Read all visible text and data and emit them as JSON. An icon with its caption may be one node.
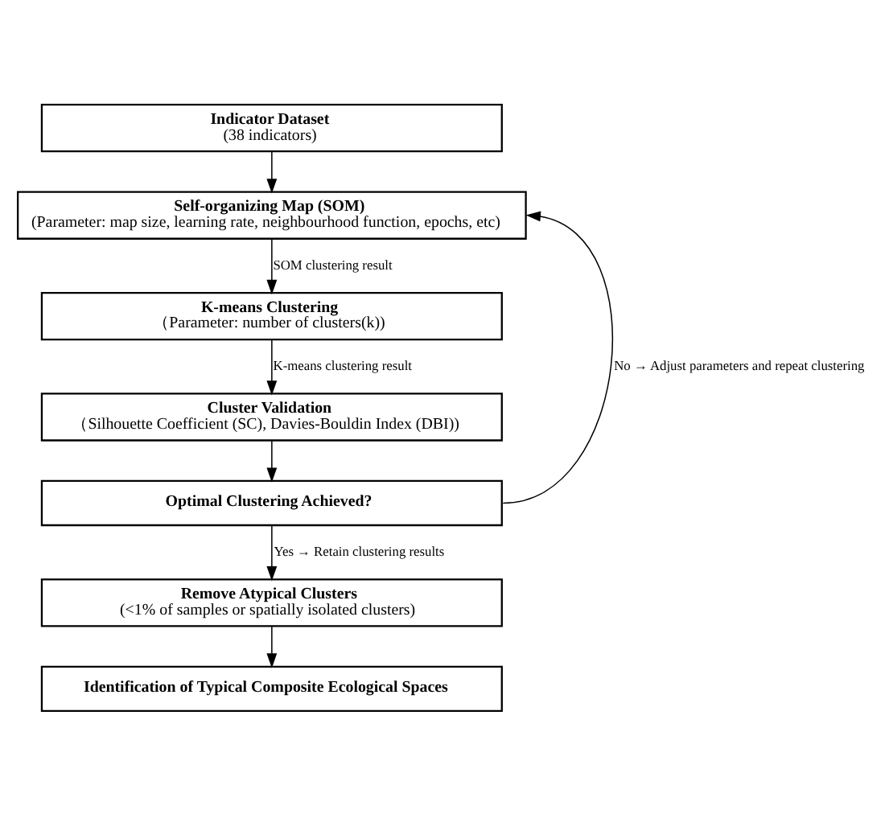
{
  "diagram": {
    "nodes": [
      {
        "text": [
          "Indicator Dataset",
          "(38 indicators)"
        ]
      },
      {
        "text": [
          "Self-organizing Map (SOM)",
          "(Parameter: map size, learning rate, neighbourhood function, epochs, etc)"
        ]
      },
      {
        "text": [
          "K-means Clustering",
          "（Parameter: number of clusters(k))"
        ]
      },
      {
        "text": [
          "Cluster Validation",
          "（Silhouette Coefficient (SC), Davies-Bouldin Index (DBI))"
        ]
      },
      {
        "text": [
          "Optimal Clustering Achieved?"
        ]
      },
      {
        "text": [
          "Remove Atypical Clusters",
          "(<1% of samples or spatially isolated clusters)"
        ]
      },
      {
        "text": [
          "Identification of Typical Composite Ecological Spaces"
        ]
      }
    ],
    "edges": [
      {
        "from": 0,
        "to": 1,
        "arrow": "to"
      },
      {
        "from": 1,
        "to": 2,
        "arrow": "to",
        "label": "SOM clustering result"
      },
      {
        "from": 2,
        "to": 3,
        "arrow": "to",
        "label": "K-means clustering result"
      },
      {
        "from": 3,
        "to": 4,
        "arrow": "to"
      },
      {
        "from": 4,
        "to": 1,
        "arrow": "to",
        "label": "No → Adjust parameters and repeat clustering"
      },
      {
        "from": 4,
        "to": 5,
        "arrow": "to",
        "label": "Yes → Retain clustering results"
      },
      {
        "from": 5,
        "to": 6,
        "arrow": "to"
      }
    ]
  }
}
